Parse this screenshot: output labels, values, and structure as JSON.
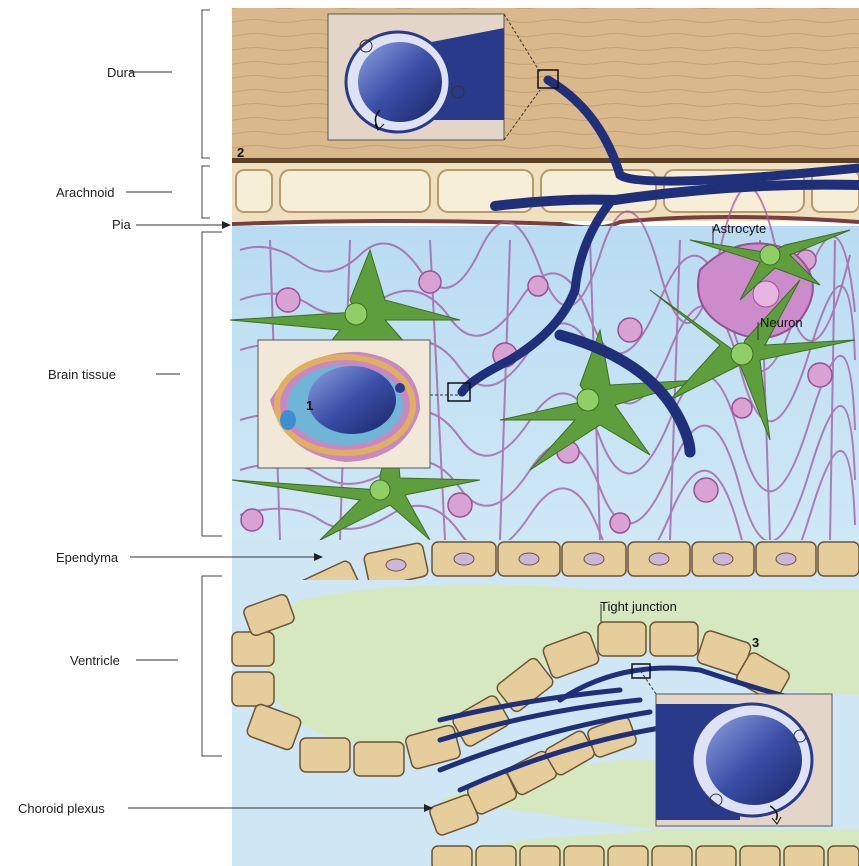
{
  "left_labels": {
    "dura": "Dura",
    "arachnoid": "Arachnoid",
    "pia": "Pia",
    "brain_tissue": "Brain tissue",
    "ependyma": "Ependyma",
    "ventricle": "Ventricle",
    "choroid_plexus": "Choroid plexus"
  },
  "inline_labels": {
    "astrocyte": "Astrocyte",
    "neuron": "Neuron",
    "tight_junction": "Tight junction"
  },
  "markers": {
    "one": "1",
    "two": "2",
    "three": "3"
  },
  "colors": {
    "dura": "#d9b98c",
    "csf_blue": "#a9d3ee",
    "astrocyte_green": "#5f9e3c",
    "neuron_purple": "#c889c2",
    "vessel": "#1f2f7a",
    "ventricle_green": "#d6e8c0",
    "cell_tan": "#e6cd9c"
  }
}
